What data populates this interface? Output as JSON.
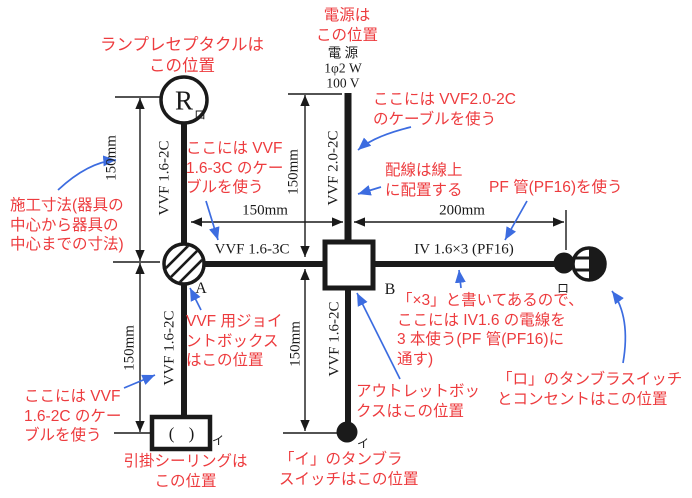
{
  "colors": {
    "annotation_red": "#ed3b3e",
    "arrow_blue": "#3c6ce0",
    "line_black": "#1a1a1a"
  },
  "power": {
    "location_note": "電源は\nこの位置",
    "spec": "電 源\n1φ2 W\n100 V"
  },
  "annotations": {
    "lamp_receptacle": "ランプレセプタクルは\nこの位置",
    "use_vvf_16_3c": "ここには VVF\n1.6-3C のケー\nブルを使う",
    "installation_dimension": "施工寸法(器具の\n中心から器具の\n中心までの寸法)",
    "use_vvf_20_2c": "ここには VVF2.0-2C\nのケーブルを使う",
    "wiring_on_line": "配線は線上\nに配置する",
    "use_pf_conduit": "PF 管(PF16)を使う",
    "joint_box": "VVF 用ジョイ\nントボックス\nはこの位置",
    "use_vvf_16_2c": "ここには VVF\n1.6-2C のケー\nブルを使う",
    "ceiling_rose": "引掛シーリングは\nこの位置",
    "outlet_box": "アウトレットボッ\nクスはこの位置",
    "tumbler_switch_i": "「イ」のタンブラ\nスイッチはこの位置",
    "iv_x3": "「×3」と書いてあるので、\nここには IV1.6 の電線を\n3 本使う(PF 管(PF16)に\n通す)",
    "tumbler_switch_ro": "「ロ」のタンブラスイッチ\nとコンセントはこの位置"
  },
  "cable_labels": {
    "vvf_16_2c": "VVF 1.6-2C",
    "vvf_20_2c": "VVF 2.0-2C",
    "vvf_16_3c": "VVF 1.6-3C",
    "iv_pf16": "IV 1.6×3 (PF16)"
  },
  "dimensions": {
    "d150": "150mm",
    "d200": "200mm"
  },
  "symbols": {
    "lamp_receptacle_letter": "R",
    "joint_a": "A",
    "outlet_box_b": "B",
    "switch_i": "イ",
    "switch_ro": "ロ",
    "rose_glyph": "( )",
    "rose_circuit": "イ",
    "receptacle_circuit": "ロ"
  }
}
